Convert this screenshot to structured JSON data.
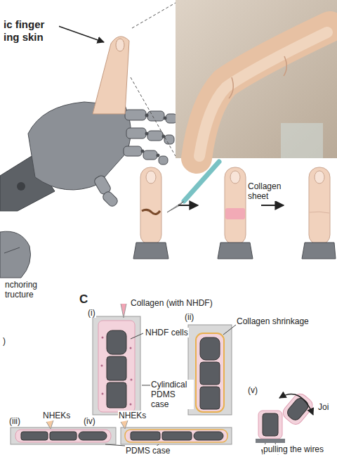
{
  "diagram": {
    "labels": [
      "ic finger ing skin",
      "Collagen sheet",
      "nchoring tructure",
      ")",
      "C",
      "(i)",
      "Collagen (with NHDF)",
      "NHDF cells",
      "Cylindical PDMS case",
      "(ii)",
      "Collagen shrinkage",
      "(v)",
      "Joi",
      "(iii)",
      "NHEKs",
      "(iv)",
      "NHEKs",
      "PDMS case",
      "pulling the wires"
    ]
  }
}
